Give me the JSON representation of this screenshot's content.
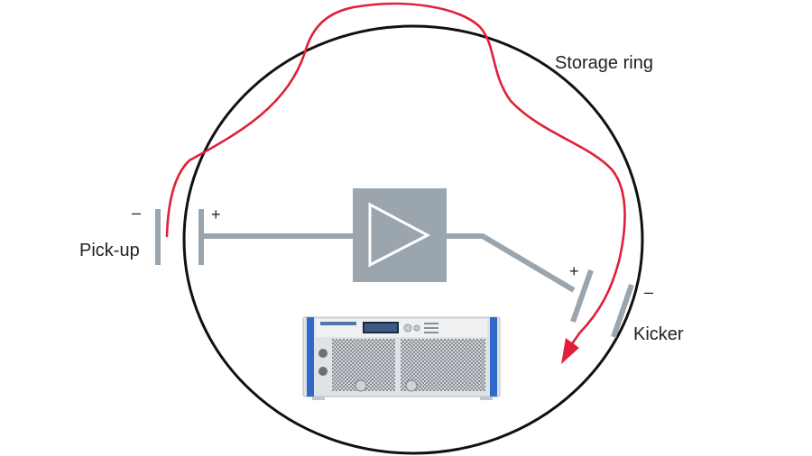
{
  "labels": {
    "storage_ring": "Storage ring",
    "pickup": "Pick-up",
    "kicker": "Kicker"
  },
  "signs": {
    "pickup_minus": "–",
    "pickup_plus": "+",
    "kicker_plus": "+",
    "kicker_minus": "–"
  },
  "colors": {
    "ring": "#111111",
    "beam_path": "#e0203a",
    "electrode": "#9aa5ad",
    "amplifier_box": "#9aa5ad",
    "amplifier_symbol": "#ffffff",
    "device_chassis": "#dfe3e7",
    "device_handles": "#2f68c8"
  },
  "icons": {
    "amplifier": "triangle-amplifier-icon",
    "device": "rf-amplifier-rack-icon",
    "arrow": "arrow-head-icon"
  }
}
